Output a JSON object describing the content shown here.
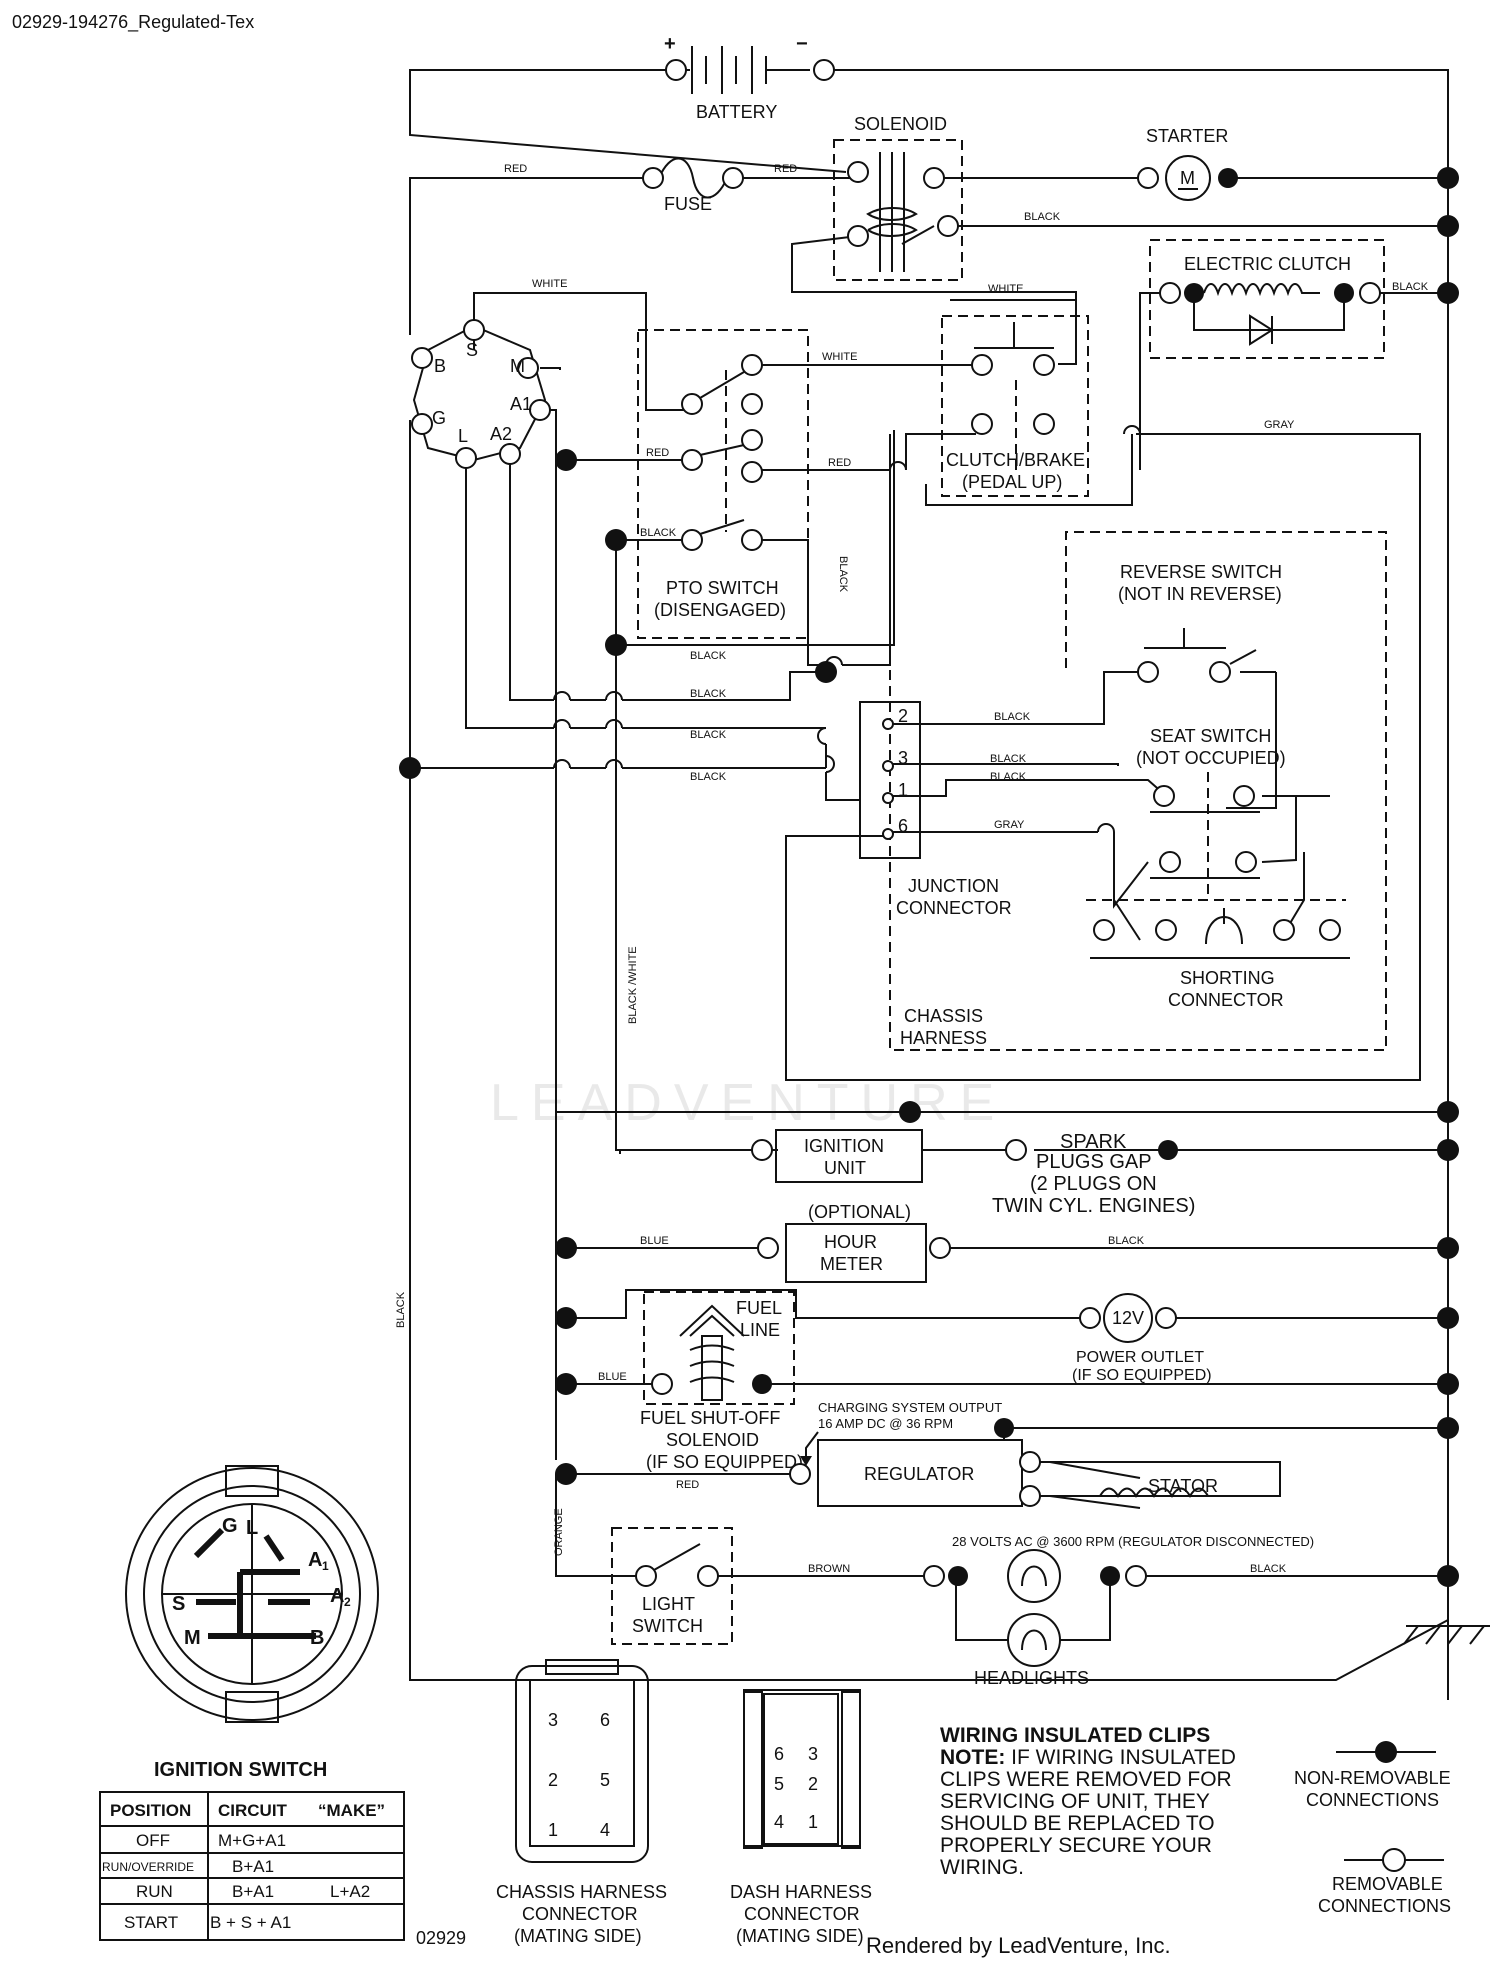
{
  "header": {
    "doc_id": "02929-194276_Regulated-Tex"
  },
  "footer": {
    "code": "02929",
    "rendered_by": "Rendered by LeadVenture, Inc."
  },
  "watermark": "LEADVENTURE",
  "components": {
    "battery": "BATTERY",
    "plus": "+",
    "minus": "−",
    "solenoid": "SOLENOID",
    "starter": "STARTER",
    "starter_m": "M",
    "fuse": "FUSE",
    "electric_clutch": "ELECTRIC CLUTCH",
    "pto_switch_1": "PTO SWITCH",
    "pto_switch_2": "(DISENGAGED)",
    "clutch_brake_1": "CLUTCH/BRAKE",
    "clutch_brake_2": "(PEDAL UP)",
    "reverse_switch_1": "REVERSE SWITCH",
    "reverse_switch_2": "(NOT IN REVERSE)",
    "seat_switch_1": "SEAT SWITCH",
    "seat_switch_2": "(NOT OCCUPIED)",
    "junction_1": "JUNCTION",
    "junction_2": "CONNECTOR",
    "shorting_1": "SHORTING",
    "shorting_2": "CONNECTOR",
    "chassis_1": "CHASSIS",
    "chassis_2": "HARNESS",
    "ignition_unit_1": "IGNITION",
    "ignition_unit_2": "UNIT",
    "spark_1": "SPARK",
    "spark_2": "PLUGS GAP",
    "spark_3": "(2 PLUGS ON",
    "spark_4": "TWIN CYL. ENGINES)",
    "optional": "(OPTIONAL)",
    "hour_meter_1": "HOUR",
    "hour_meter_2": "METER",
    "fuel_line_1": "FUEL",
    "fuel_line_2": "LINE",
    "power_outlet_v": "12V",
    "power_outlet_1": "POWER OUTLET",
    "power_outlet_2": "(IF SO EQUIPPED)",
    "fuel_sol_1": "FUEL SHUT-OFF",
    "fuel_sol_2": "SOLENOID",
    "fuel_sol_3": "(IF SO EQUIPPED)",
    "charging_1": "CHARGING SYSTEM OUTPUT",
    "charging_2": "16 AMP DC @ 36 RPM",
    "regulator": "REGULATOR",
    "stator": "STATOR",
    "stator_note": "28 VOLTS AC @ 3600 RPM (REGULATOR DISCONNECTED)",
    "light_switch_1": "LIGHT",
    "light_switch_2": "SWITCH",
    "headlights": "HEADLIGHTS"
  },
  "terminals": {
    "b": "B",
    "s": "S",
    "m": "M",
    "a1": "A1",
    "g": "G",
    "l": "L",
    "a2": "A2",
    "j2": "2",
    "j3": "3",
    "j1": "1",
    "j6": "6"
  },
  "wires": {
    "red": "RED",
    "white": "WHITE",
    "black": "BLACK",
    "gray": "GRAY",
    "blue": "BLUE",
    "brown": "BROWN",
    "orange": "ORANGE",
    "black_white": "BLACK /WHITE"
  },
  "ignition_switch": {
    "title": "IGNITION SWITCH",
    "face_labels": {
      "g": "G",
      "l": "L",
      "a1": "A",
      "a1_sub": "1",
      "s": "S",
      "a2": "A",
      "a2_sub": "2",
      "m": "M",
      "b": "B"
    },
    "columns": [
      "POSITION",
      "CIRCUIT",
      "“MAKE”"
    ],
    "rows": [
      {
        "position": "OFF",
        "circuit": "M+G+A1",
        "make": ""
      },
      {
        "position": "RUN/OVERRIDE",
        "circuit": "B+A1",
        "make": ""
      },
      {
        "position": "RUN",
        "circuit": "B+A1",
        "make": "L+A2"
      },
      {
        "position": "START",
        "circuit": "B + S + A1",
        "make": ""
      }
    ]
  },
  "connectors": {
    "chassis": {
      "title_1": "CHASSIS HARNESS",
      "title_2": "CONNECTOR",
      "title_3": "(MATING SIDE)",
      "pins": [
        "3",
        "6",
        "2",
        "5",
        "1",
        "4"
      ]
    },
    "dash": {
      "title_1": "DASH HARNESS",
      "title_2": "CONNECTOR",
      "title_3": "(MATING SIDE)",
      "pins": [
        "6",
        "3",
        "5",
        "2",
        "4",
        "1"
      ]
    }
  },
  "note": {
    "title": "WIRING INSULATED CLIPS",
    "lead": "NOTE:",
    "line1": " IF WIRING INSULATED",
    "line2": "CLIPS WERE REMOVED FOR",
    "line3": "SERVICING OF UNIT, THEY",
    "line4": "SHOULD BE REPLACED TO",
    "line5": "PROPERLY SECURE YOUR",
    "line6": " WIRING."
  },
  "legend": {
    "non_removable_1": "NON-REMOVABLE",
    "non_removable_2": "CONNECTIONS",
    "removable_1": "REMOVABLE",
    "removable_2": "CONNECTIONS"
  }
}
